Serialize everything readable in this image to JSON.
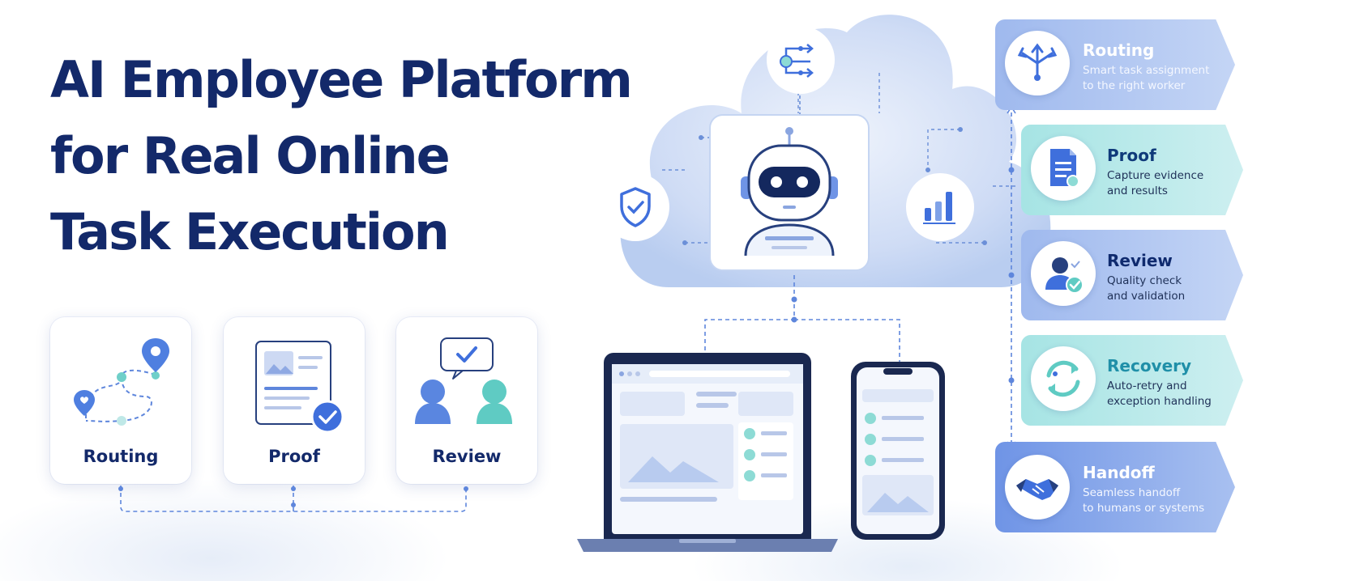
{
  "title": {
    "line1": "AI Employee Platform",
    "line2": "for Real Online",
    "line3": "Task Execution"
  },
  "features": [
    {
      "label": "Routing",
      "icon": "route-map-pin-icon"
    },
    {
      "label": "Proof",
      "icon": "document-check-icon"
    },
    {
      "label": "Review",
      "icon": "reviewers-chat-check-icon"
    }
  ],
  "cloud": {
    "top_icon": "workflow-icon",
    "left_icon": "shield-check-icon",
    "center_icon": "robot-icon",
    "right_icon": "bar-chart-icon"
  },
  "steps": [
    {
      "title": "Routing",
      "desc_line1": "Smart task assignment",
      "desc_line2": "to the right worker",
      "icon": "arrows-split-icon"
    },
    {
      "title": "Proof",
      "desc_line1": "Capture evidence",
      "desc_line2": "and results",
      "icon": "document-icon"
    },
    {
      "title": "Review",
      "desc_line1": "Quality check",
      "desc_line2": "and validation",
      "icon": "user-check-icon"
    },
    {
      "title": "Recovery",
      "desc_line1": "Auto-retry and",
      "desc_line2": "exception handling",
      "icon": "refresh-icon"
    },
    {
      "title": "Handoff",
      "desc_line1": "Seamless handoff",
      "desc_line2": "to humans or systems",
      "icon": "handshake-icon"
    }
  ],
  "colors": {
    "navy": "#13296a",
    "accent_blue": "#3b6fd9",
    "teal": "#4cc3c3",
    "step_blue": "#9fb9ee",
    "step_teal": "#a6e4e4"
  }
}
